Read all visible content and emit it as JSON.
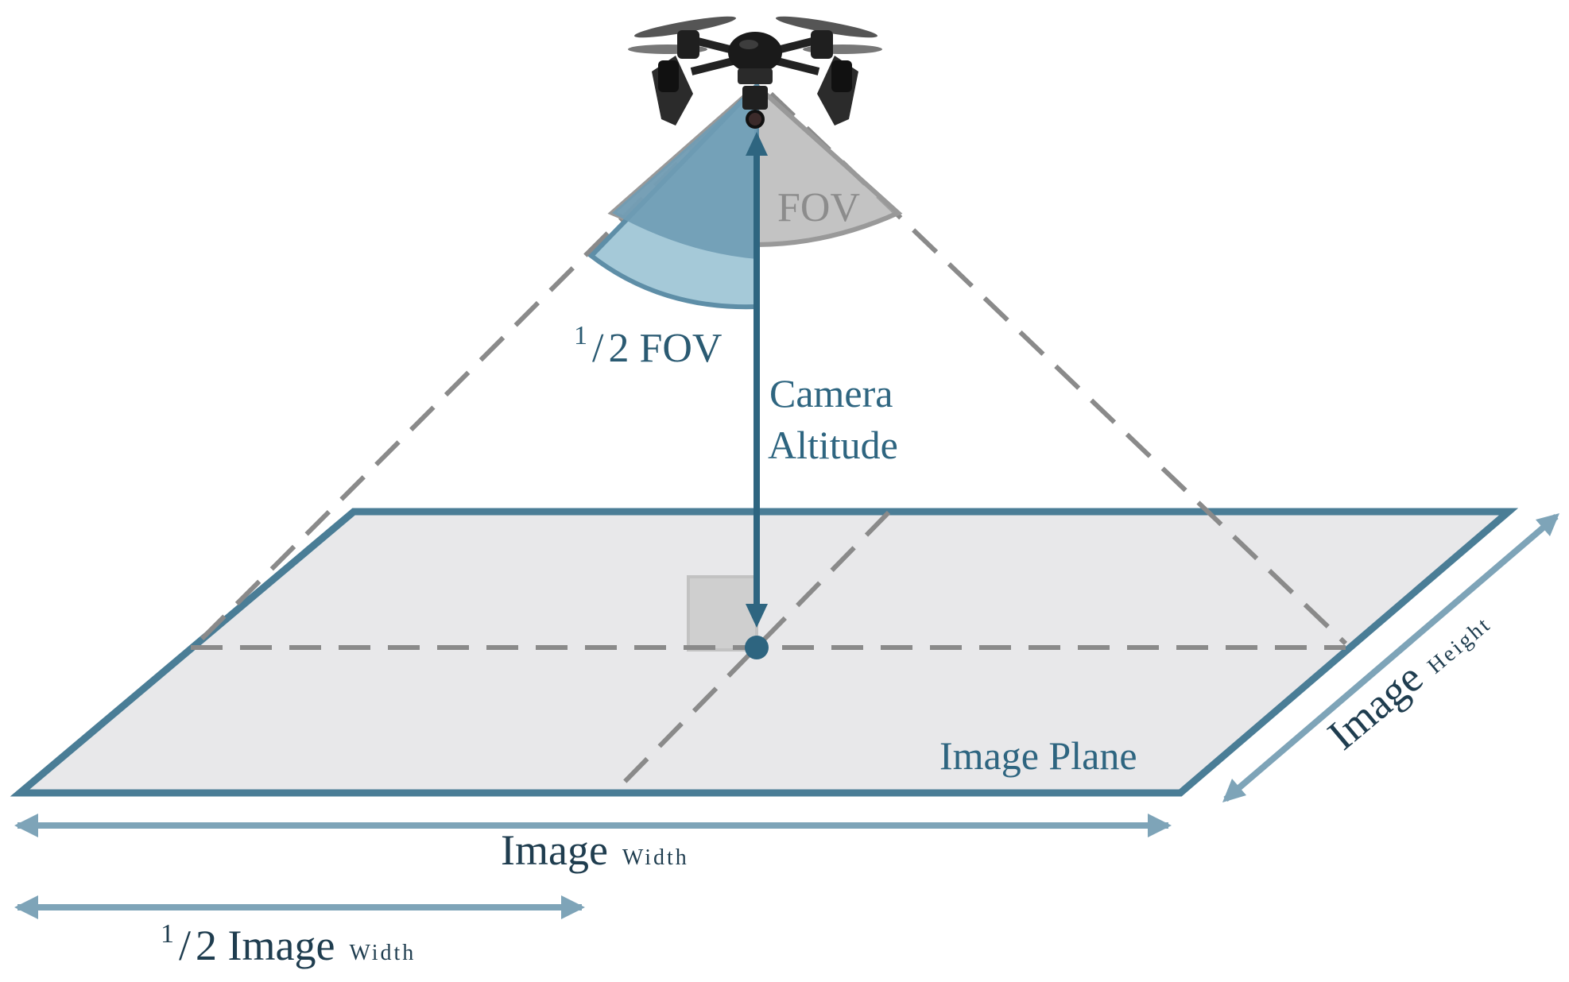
{
  "labels": {
    "fov": "FOV",
    "half_fov_num": "1",
    "half_fov_rest": "2 FOV",
    "camera_line1": "Camera",
    "camera_line2": "Altitude",
    "image_plane": "Image Plane",
    "image_width_main": "Image",
    "image_width_sub": "Width",
    "half_image_num": "1",
    "half_image_rest": "2 Image",
    "half_image_sub": "Width",
    "image_height_main": "Image",
    "image_height_sub": "Height"
  },
  "colors": {
    "blue_dark": "#3e6f87",
    "blue_arrow": "#7ea4b8",
    "blue_wedge": "#6f9cb5",
    "blue_wedge_light": "#a5c9d8",
    "gray_wedge": "#a9a9a9",
    "gray_dash": "#8a8a8a",
    "plane_fill": "#e8e8ea",
    "text_dark": "#1f3d4f"
  },
  "icons": {
    "drone": "quadcopter-drone-icon"
  }
}
